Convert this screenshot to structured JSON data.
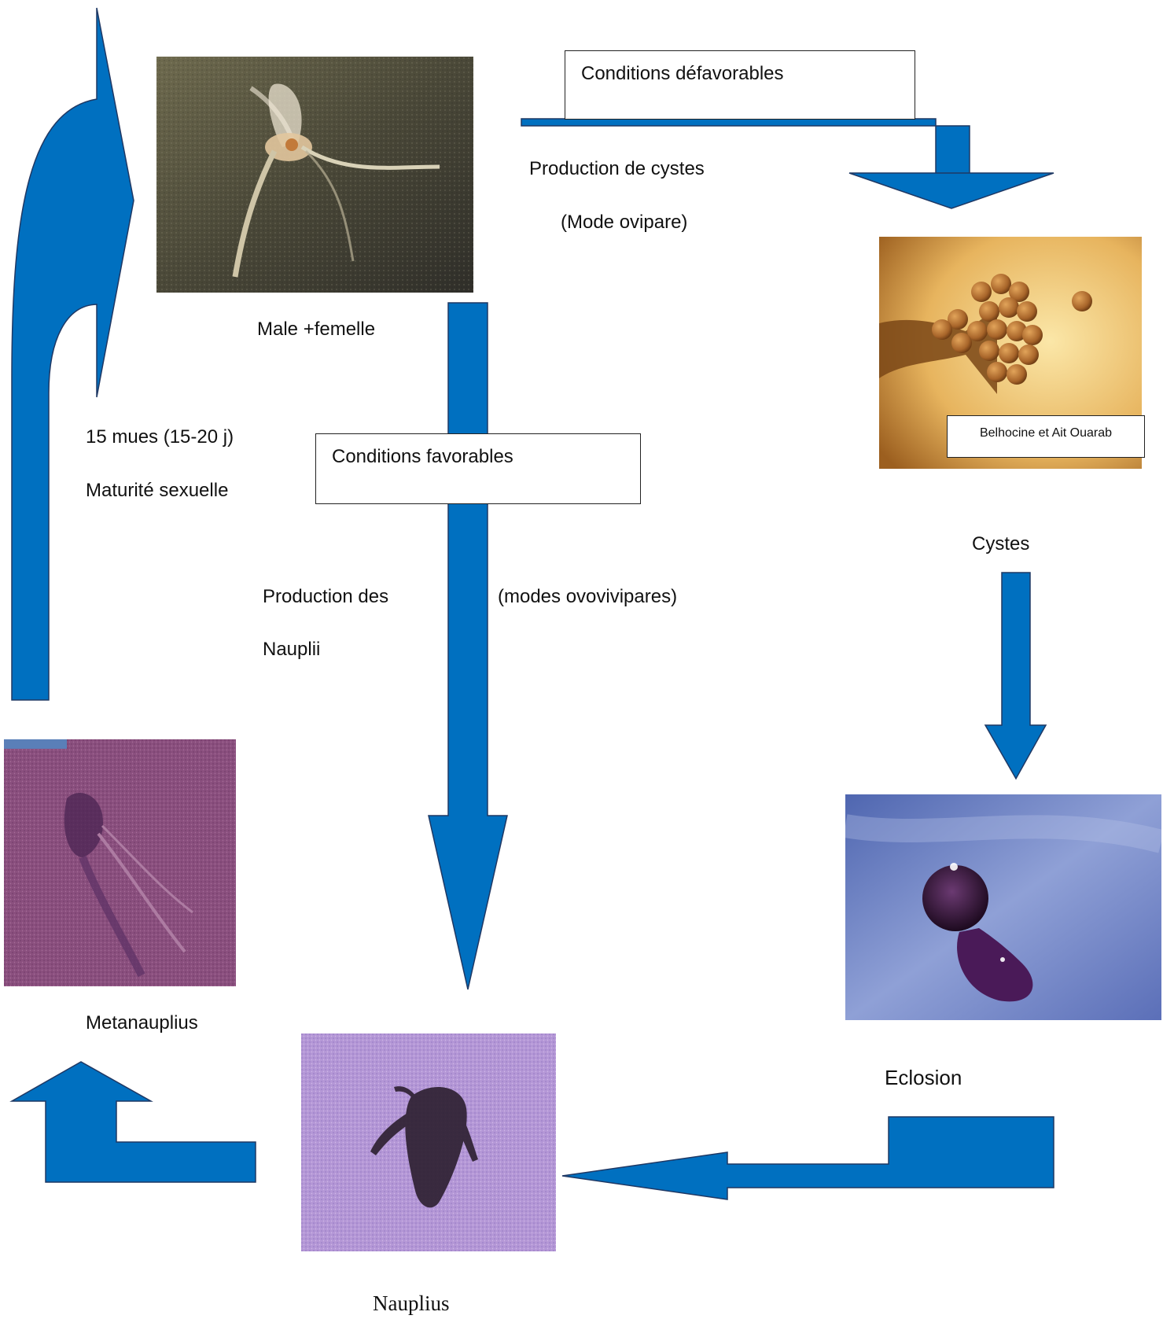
{
  "colors": {
    "arrow_fill": "#0070C0",
    "arrow_stroke": "#1f3864"
  },
  "boxes": {
    "unfavorable": "Conditions défavorables",
    "favorable": "Conditions favorables"
  },
  "labels": {
    "cyst_production": "Production de cystes",
    "oviparous": "(Mode ovipare)",
    "male_female": "Male +femelle",
    "molts": "15 mues (15-20 j)",
    "maturity": "Maturité sexuelle",
    "nauplii_production_1": "Production des",
    "nauplii_production_2": "Nauplii",
    "ovoviviparous": "(modes ovovivipares)",
    "cysts": "Cystes",
    "hatching": "Eclosion",
    "metanauplius": "Metanauplius",
    "nauplius": "Nauplius"
  },
  "photo_credit": "Belhocine et Ait Ouarab"
}
